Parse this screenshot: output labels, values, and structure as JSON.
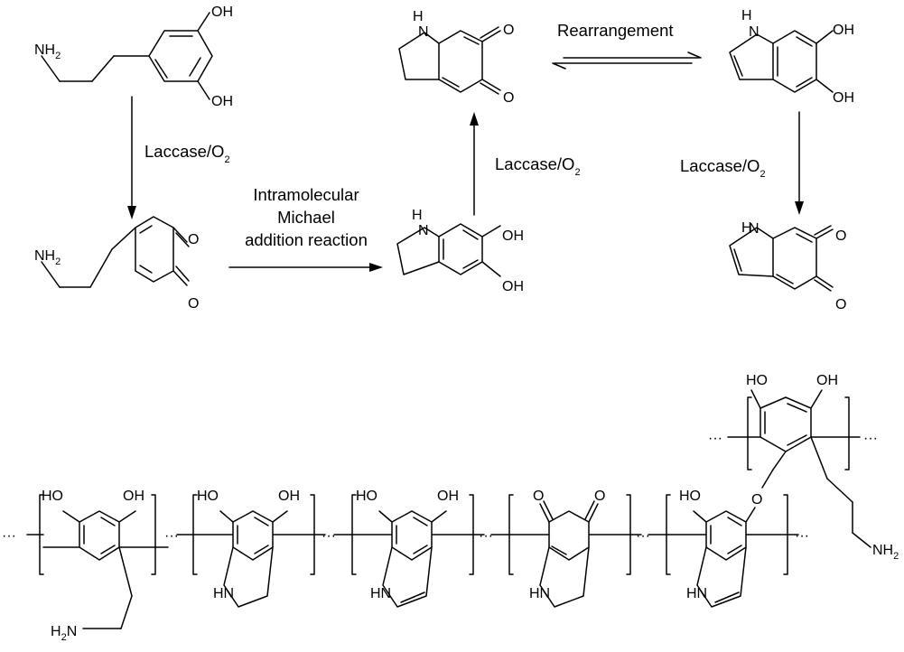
{
  "labels": {
    "laccase_prefix": "Laccase/O",
    "laccase_sub": "2",
    "rearrangement": "Rearrangement",
    "michael_line1": "Intramolecular",
    "michael_line2": "Michael",
    "michael_line3": "addition reaction"
  },
  "atoms": {
    "oh": "OH",
    "ho": "HO",
    "o": "O",
    "h": "H",
    "n": "N",
    "hn": "HN",
    "nh_prefix": "NH",
    "nh_sub": "2",
    "h2n_h": "H",
    "h2n_sub": "2",
    "h2n_n": "N",
    "dots": "···"
  }
}
